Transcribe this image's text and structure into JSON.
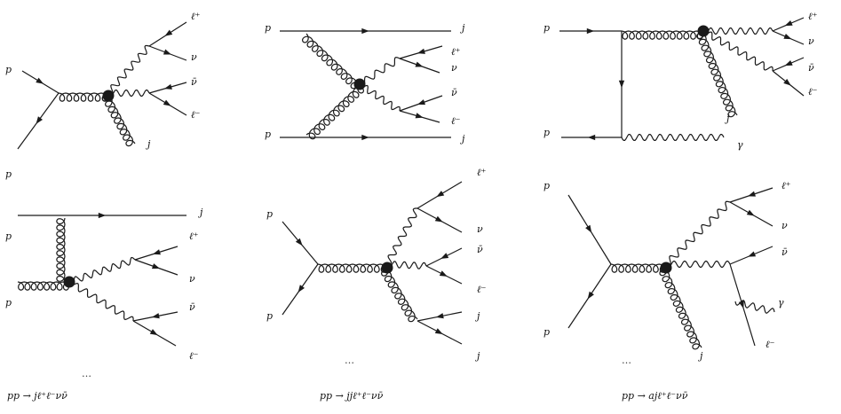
{
  "labels": {
    "p": "p",
    "j": "j",
    "gamma": "γ",
    "lplus": "ℓ⁺",
    "lminus": "ℓ⁻",
    "nu": "ν",
    "nubar": "ν̄"
  },
  "ellipsis": "…",
  "captions": {
    "col1": "pp → jℓ⁺ℓ⁻νν̄",
    "col2": "pp → jjℓ⁺ℓ⁻νν̄",
    "col3": "pp → ajℓ⁺ℓ⁻νν̄"
  },
  "colors": {
    "ink": "#1a1a1a",
    "background": "#ffffff"
  }
}
